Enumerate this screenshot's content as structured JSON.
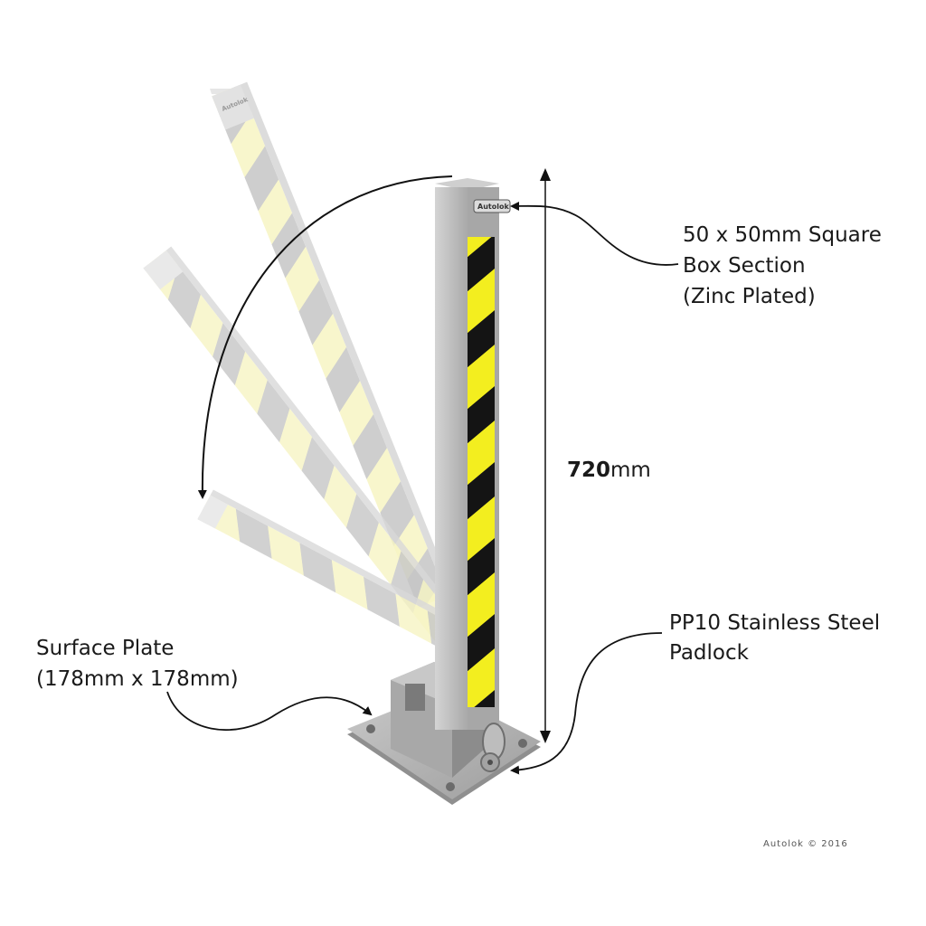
{
  "brand": "Autolok",
  "copyright": "Autolok © 2016",
  "labels": {
    "box_section": [
      "50 x 50mm Square",
      "Box Section",
      "(Zinc Plated)"
    ],
    "height": {
      "value": "720",
      "unit": "mm"
    },
    "padlock": [
      "PP10 Stainless Steel",
      "Padlock"
    ],
    "surface_plate": [
      "Surface Plate",
      "(178mm x 178mm)"
    ]
  },
  "colors": {
    "post_metal": "#b9b9b9",
    "post_shadow": "#8e8e8e",
    "stripe_yellow": "#f3ee1f",
    "stripe_black": "#141414",
    "ghost_yellow": "#f7f5c4",
    "ghost_grey": "#c6c6c6"
  }
}
